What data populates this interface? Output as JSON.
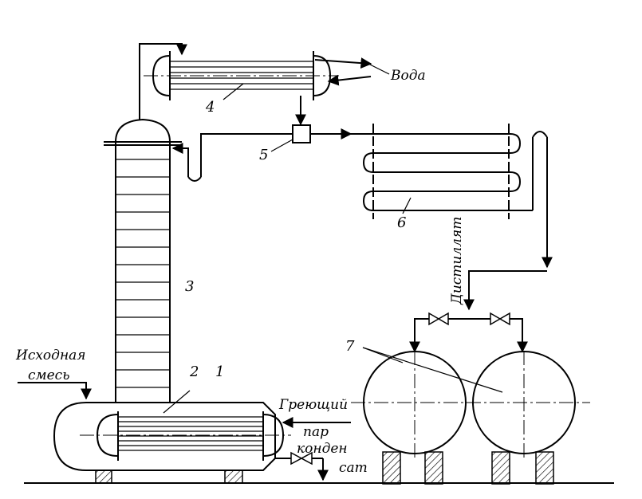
{
  "diagram": {
    "labels": {
      "water": "Вода",
      "feed_line1": "Исходная",
      "feed_line2": "смесь",
      "steam_line1": "Греющий",
      "steam_line2": "пар",
      "condensate_line1": "конден",
      "condensate_line2": "сат",
      "distillate": "Дистиллят"
    },
    "component_numbers": [
      "1",
      "2",
      "3",
      "4",
      "5",
      "6",
      "7"
    ]
  }
}
